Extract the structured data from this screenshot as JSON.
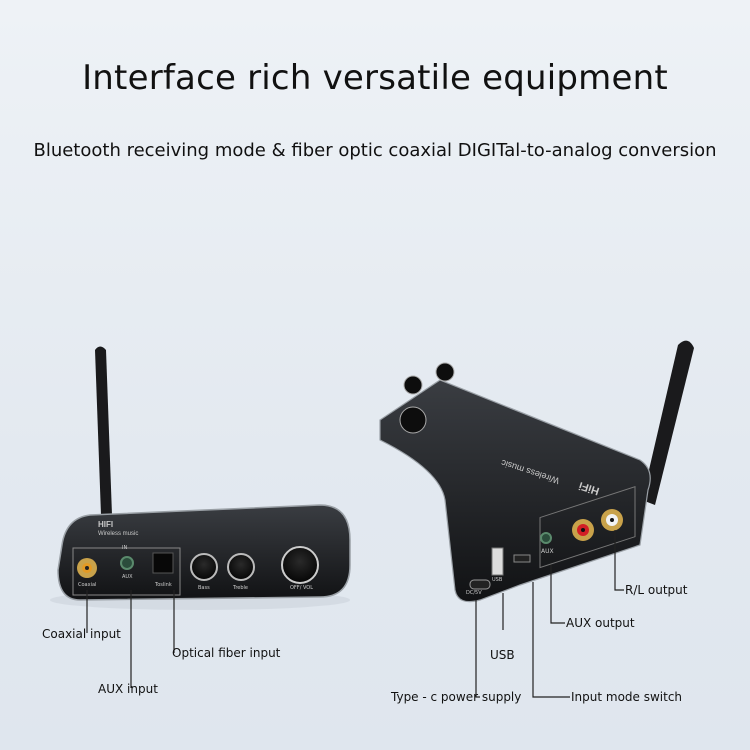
{
  "header": {
    "title": "Interface rich versatile equipment",
    "subtitle": "Bluetooth receiving mode & fiber optic coaxial DIGITal-to-analog conversion"
  },
  "front_device": {
    "brand": "HIFI",
    "tagline": "Wireless music",
    "panel": {
      "in": "IN",
      "coaxial": "Coaxial",
      "aux": "AUX",
      "toslink": "Toslink",
      "bass": "Bass",
      "treble": "Treble",
      "vol": "OFF/ VOL"
    },
    "callouts": [
      "Coaxial input",
      "AUX input",
      "Optical fiber input"
    ]
  },
  "rear_device": {
    "brand": "HiFi",
    "tagline": "Wireless music",
    "panel": {
      "dc": "DC/5V",
      "usb": "USB",
      "aux": "AUX"
    },
    "callouts": [
      "USB",
      "Type - c power supply",
      "Input mode switch",
      "AUX output",
      "R/L output"
    ]
  }
}
